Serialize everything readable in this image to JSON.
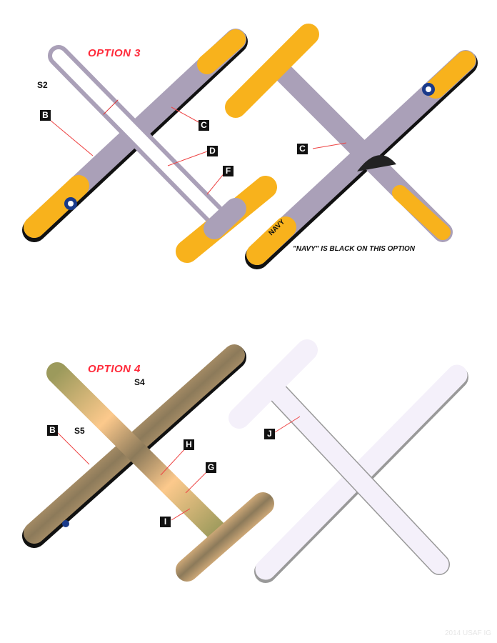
{
  "option3": {
    "title": "OPTION 3",
    "labels": {
      "s2": "S2",
      "b": "B",
      "c": "C",
      "d": "D",
      "f": "F",
      "c2": "C"
    },
    "note": "\"NAVY\" IS BLACK ON THIS OPTION",
    "navy_text": "NAVY",
    "colors": {
      "body": "#aaa0b8",
      "accent": "#f8b21c",
      "white": "#ffffff"
    }
  },
  "option4": {
    "title": "OPTION 4",
    "labels": {
      "s4": "S4",
      "s5": "S5",
      "b": "B",
      "h": "H",
      "g": "G",
      "i": "I",
      "j": "J"
    },
    "colors": {
      "tan": "#fcc98c",
      "green": "#9c9a5c",
      "brown": "#8c7a5a",
      "under": "#f4f0fa"
    }
  },
  "watermark": "2014 USAF IG"
}
